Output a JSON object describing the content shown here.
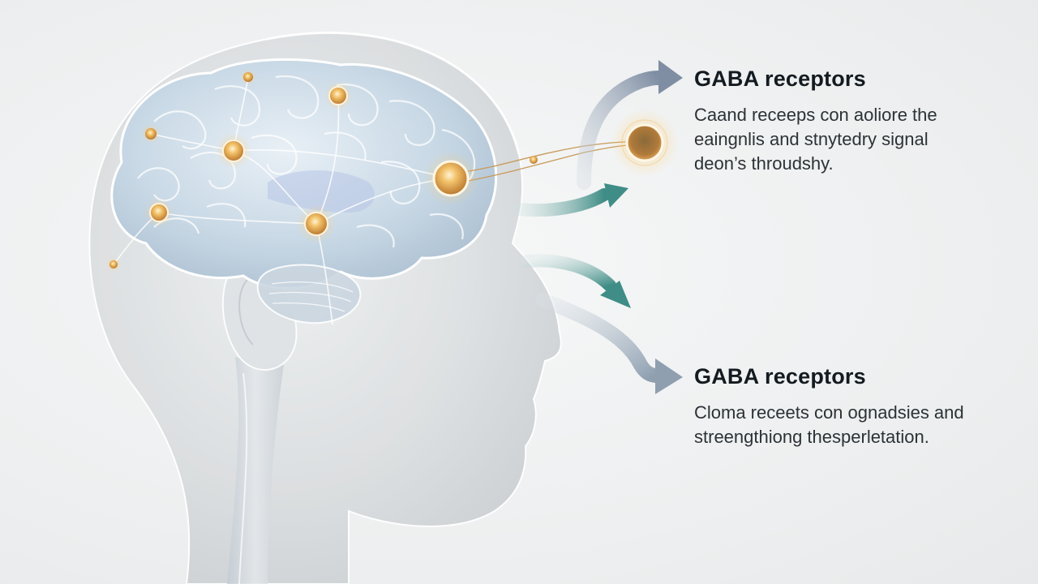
{
  "labels": {
    "top": {
      "title": "GABA receptors",
      "lines": [
        "Caand receeps con aoliore the",
        "eaingnlis and stnytedry signal",
        "deon’s throudshy."
      ]
    },
    "bottom": {
      "title": "GABA receptors",
      "lines": [
        "Cloma receets con ognadsies and",
        "streengthiong thesperletation."
      ]
    }
  },
  "colors": {
    "background": "#eef0f1",
    "arrow_slate": "#7f8ea3",
    "arrow_teal": "#3f8d86",
    "node_gold": "#e3a447",
    "neural_line": "#c89a5a",
    "brain_fill": "#bfd2e2",
    "head_fill": "#d7dbde"
  },
  "icons": {
    "brain": "brain-icon",
    "receptor": "receptor-node-icon",
    "arrow": "arrow-icon"
  }
}
